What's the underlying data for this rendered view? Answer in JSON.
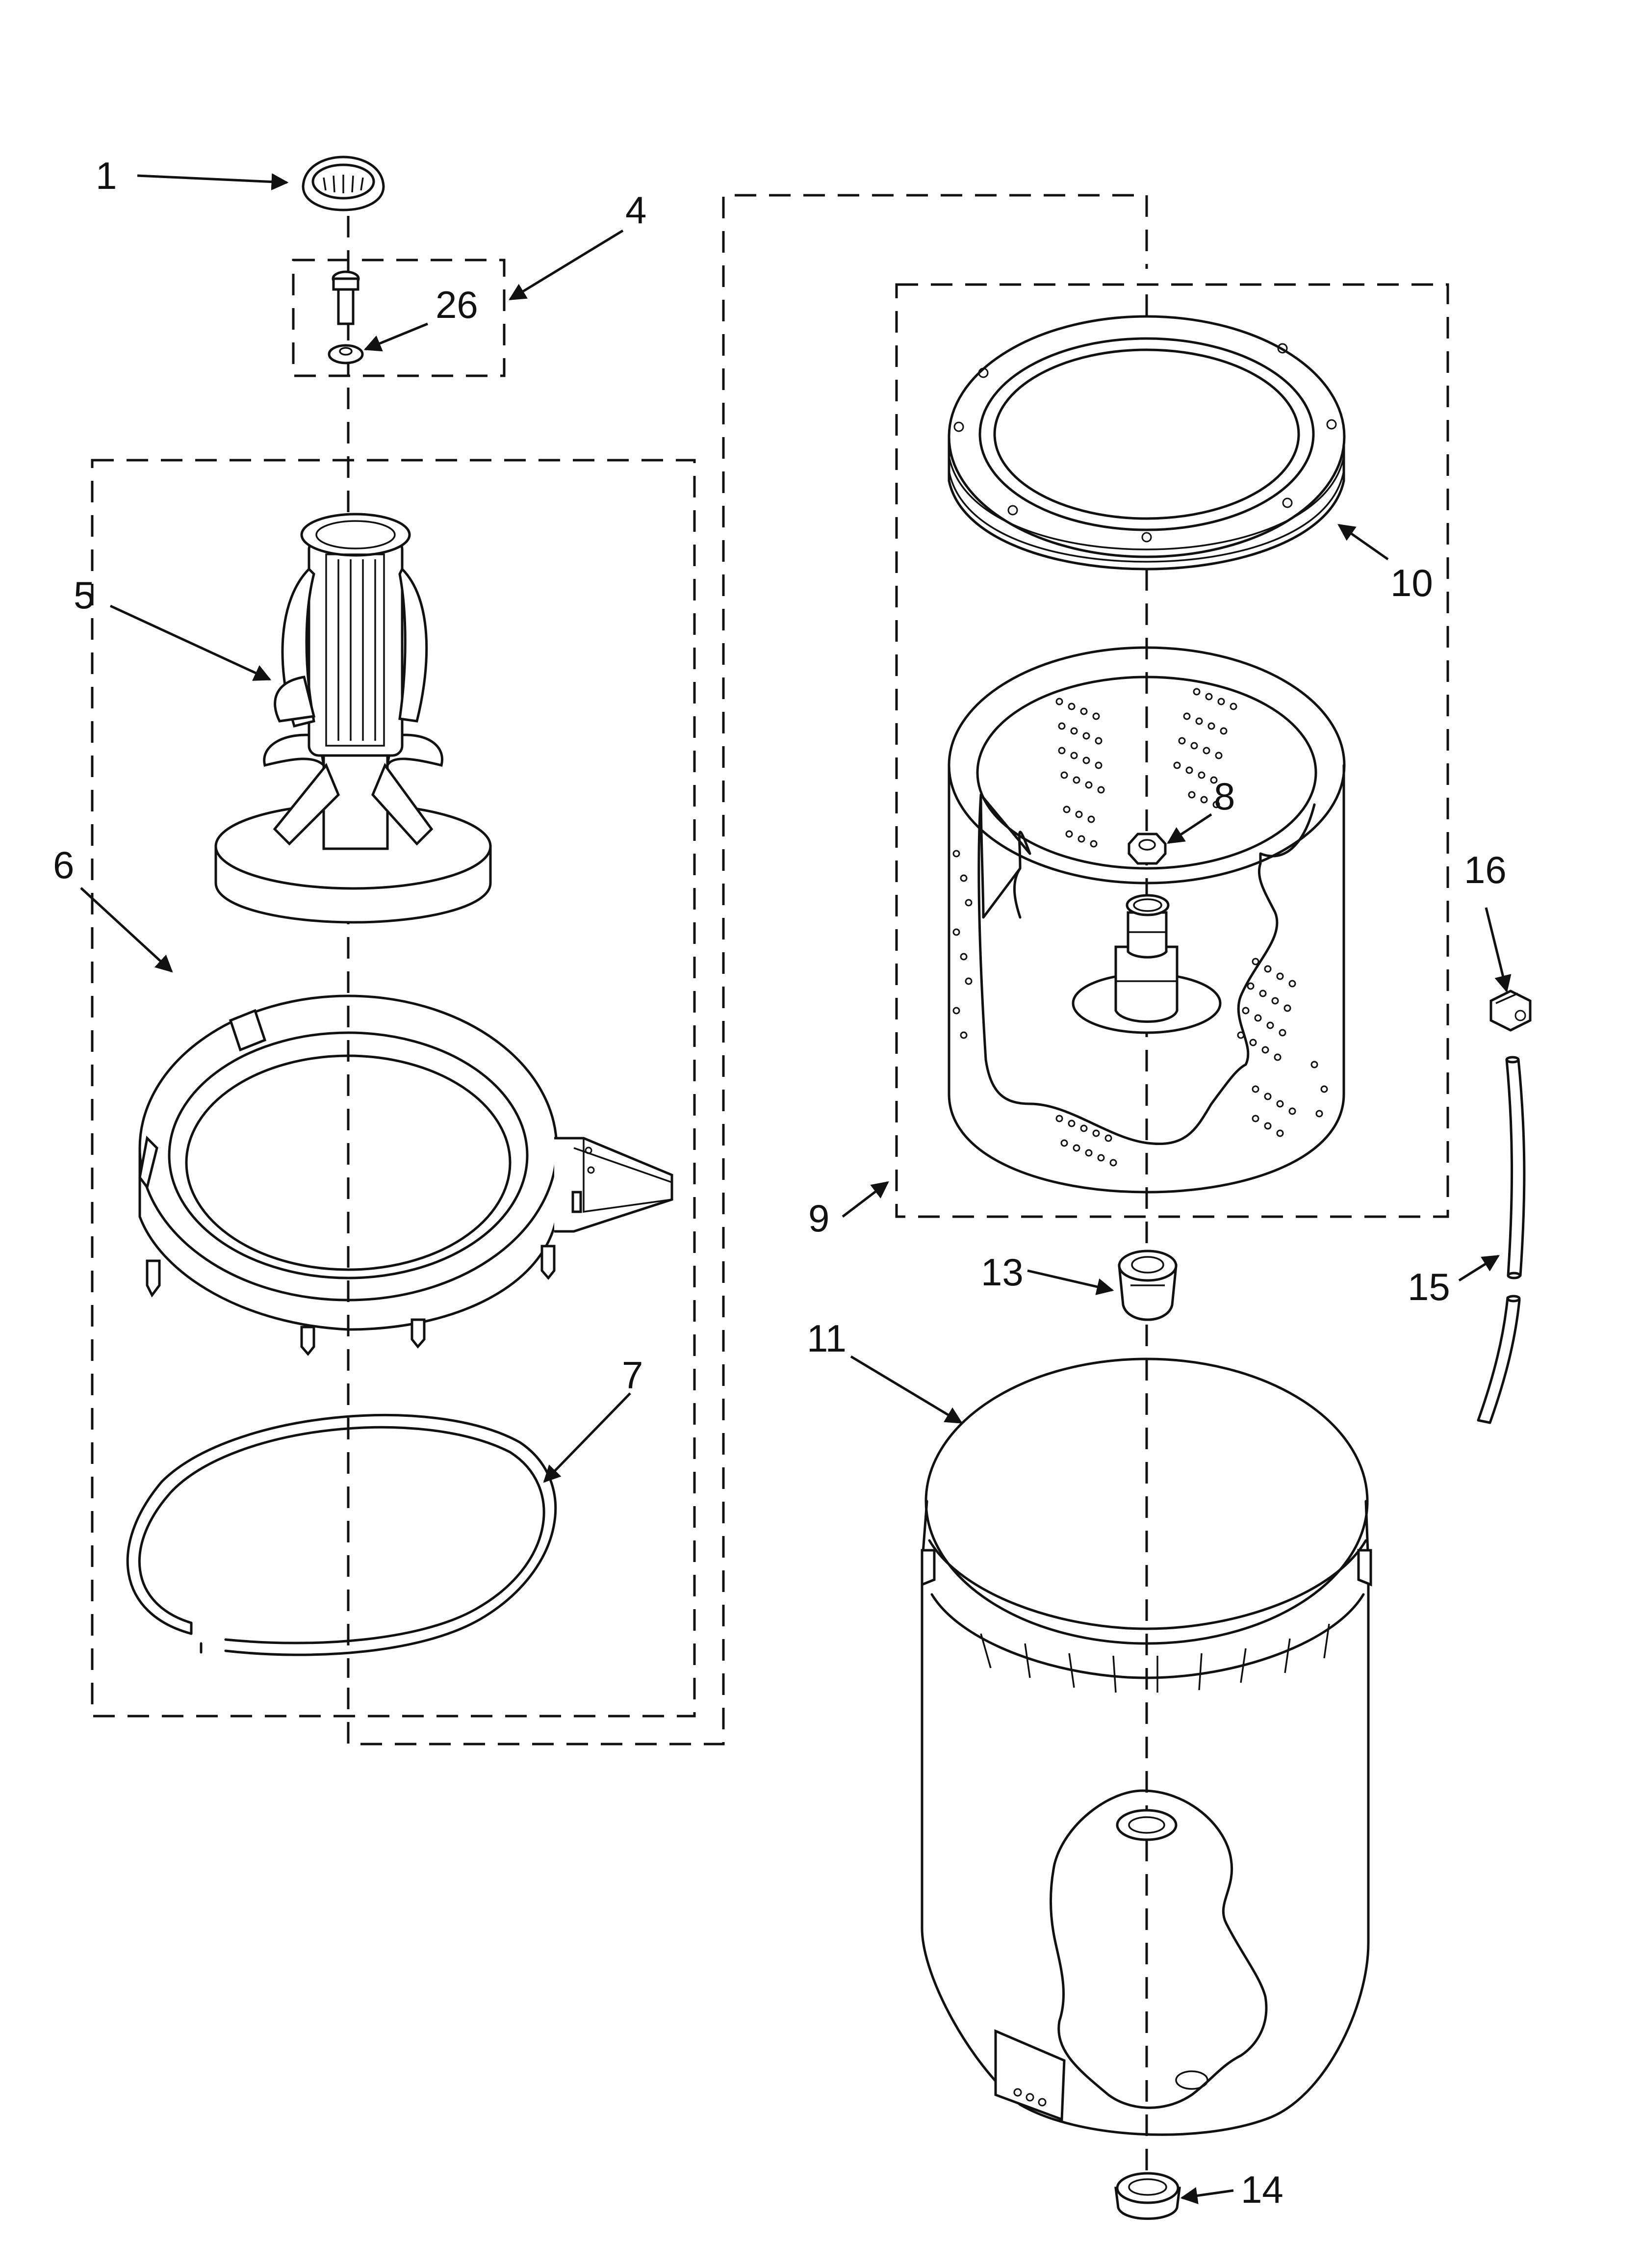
{
  "callouts": [
    {
      "id": "1",
      "label": "1"
    },
    {
      "id": "4",
      "label": "4"
    },
    {
      "id": "26",
      "label": "26"
    },
    {
      "id": "5",
      "label": "5"
    },
    {
      "id": "6",
      "label": "6"
    },
    {
      "id": "7",
      "label": "7"
    },
    {
      "id": "10",
      "label": "10"
    },
    {
      "id": "8",
      "label": "8"
    },
    {
      "id": "9",
      "label": "9"
    },
    {
      "id": "16",
      "label": "16"
    },
    {
      "id": "13",
      "label": "13"
    },
    {
      "id": "15",
      "label": "15"
    },
    {
      "id": "11",
      "label": "11"
    },
    {
      "id": "14",
      "label": "14"
    }
  ]
}
